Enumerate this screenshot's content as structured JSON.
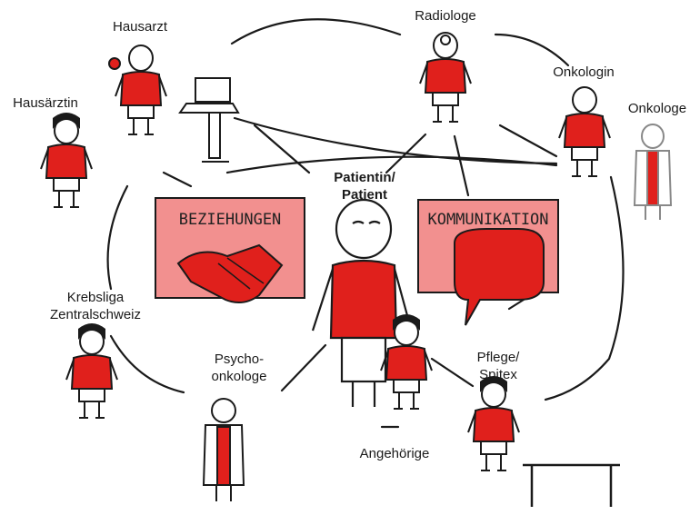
{
  "center": {
    "line1": "Patientin/",
    "line2": "Patient"
  },
  "boxes": {
    "left": "Beziehungen",
    "right": "Kommunikation"
  },
  "labels": {
    "hausarzt": "Hausarzt",
    "radiologe": "Radiologe",
    "onkologin": "Onkologin",
    "onkologe": "Onkologe",
    "hausaerztin": "Hausärztin",
    "krebsliga_1": "Krebsliga",
    "krebsliga_2": "Zentralschweiz",
    "psycho_1": "Psycho-",
    "psycho_2": "onkologe",
    "pflege_1": "Pflege/",
    "pflege_2": "Spitex",
    "angehoerige": "Angehörige"
  },
  "colors": {
    "red": "#e0201c",
    "box_fill": "#f2908f",
    "stroke": "#1a1a1a"
  }
}
